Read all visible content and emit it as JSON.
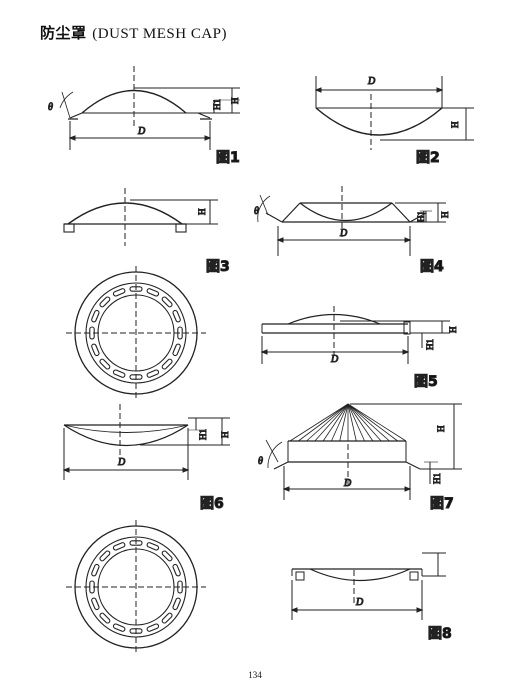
{
  "title": {
    "zh": "防尘罩",
    "en": "(DUST MESH CAP)"
  },
  "figures": [
    {
      "label": "图1"
    },
    {
      "label": "图2"
    },
    {
      "label": "图3"
    },
    {
      "label": "图4"
    },
    {
      "label": "图5"
    },
    {
      "label": "图6"
    },
    {
      "label": "图7"
    },
    {
      "label": "图8"
    }
  ],
  "dims": {
    "D": "D",
    "H": "H",
    "H1": "H1",
    "theta": "θ"
  },
  "page_number": "134"
}
